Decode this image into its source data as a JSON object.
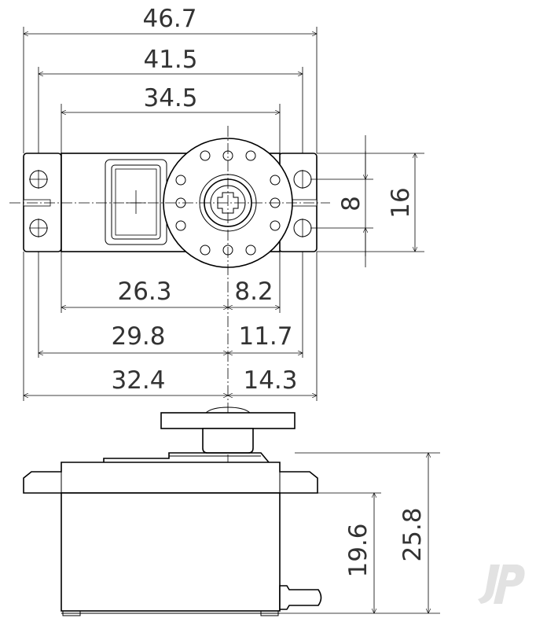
{
  "dimensions": {
    "overall_width": "46.7",
    "mount_hole_span": "41.5",
    "body_width": "34.5",
    "body_to_output": "26.3",
    "output_to_body_edge": "8.2",
    "hole_to_output": "29.8",
    "output_to_hole": "11.7",
    "edge_to_output": "32.4",
    "output_to_edge": "14.3",
    "hole_spacing": "8",
    "tab_height": "16",
    "mount_to_base": "19.6",
    "total_height": "25.8"
  },
  "watermark": {
    "text": "jP"
  }
}
